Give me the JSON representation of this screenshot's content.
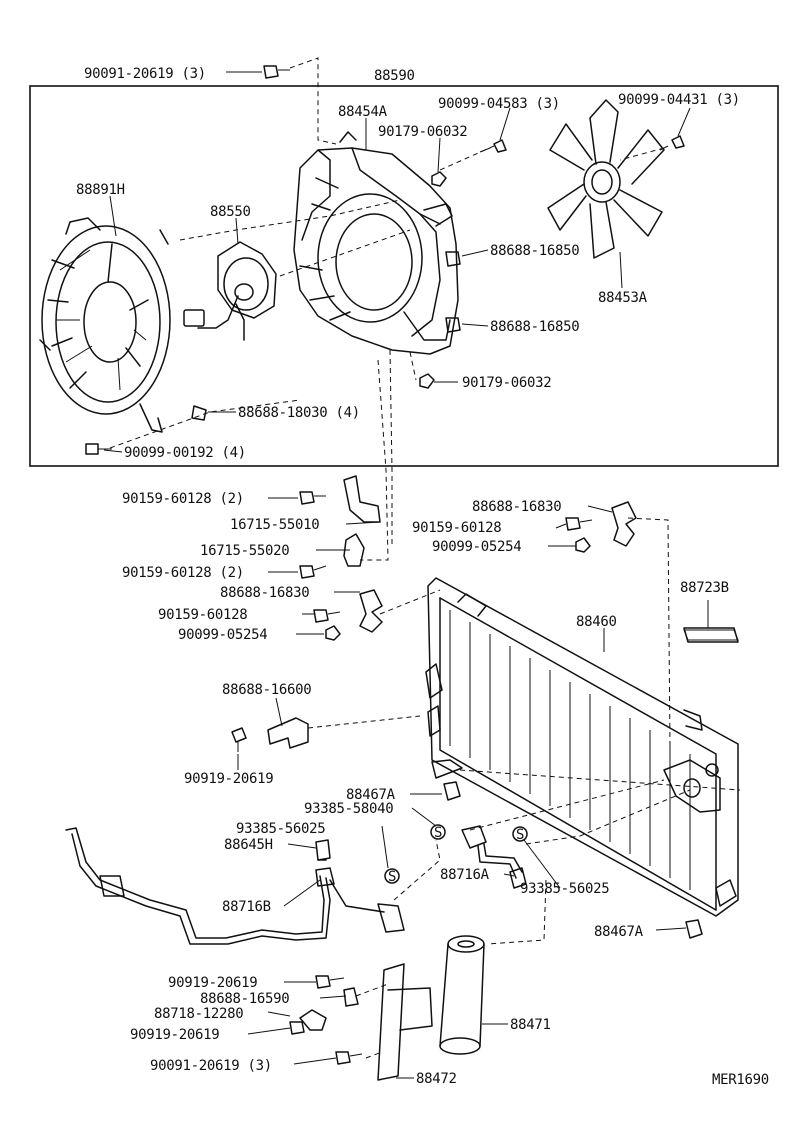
{
  "diagram_code": "MER1690",
  "group_labels": {
    "fan_assembly": "88590"
  },
  "parts": [
    {
      "id": "p01",
      "label": "90091-20619 (3)"
    },
    {
      "id": "p02",
      "label": "88454A"
    },
    {
      "id": "p03",
      "label": "90099-04583 (3)"
    },
    {
      "id": "p04",
      "label": "90099-04431 (3)"
    },
    {
      "id": "p05",
      "label": "90179-06032"
    },
    {
      "id": "p06",
      "label": "88891H"
    },
    {
      "id": "p07",
      "label": "88550"
    },
    {
      "id": "p08",
      "label": "88688-16850"
    },
    {
      "id": "p09",
      "label": "88453A"
    },
    {
      "id": "p10",
      "label": "88688-16850"
    },
    {
      "id": "p11",
      "label": "90179-06032"
    },
    {
      "id": "p12",
      "label": "88688-18030 (4)"
    },
    {
      "id": "p13",
      "label": "90099-00192 (4)"
    },
    {
      "id": "p14",
      "label": "90159-60128 (2)"
    },
    {
      "id": "p15",
      "label": "16715-55010"
    },
    {
      "id": "p16",
      "label": "16715-55020"
    },
    {
      "id": "p17",
      "label": "90159-60128 (2)"
    },
    {
      "id": "p18",
      "label": "88688-16830"
    },
    {
      "id": "p19",
      "label": "90159-60128"
    },
    {
      "id": "p20",
      "label": "90099-05254"
    },
    {
      "id": "p21",
      "label": "88688-16830"
    },
    {
      "id": "p22",
      "label": "90159-60128"
    },
    {
      "id": "p23",
      "label": "90099-05254"
    },
    {
      "id": "p24",
      "label": "88723B"
    },
    {
      "id": "p25",
      "label": "88460"
    },
    {
      "id": "p26",
      "label": "88688-16600"
    },
    {
      "id": "p27",
      "label": "90919-20619"
    },
    {
      "id": "p28",
      "label": "88467A"
    },
    {
      "id": "p29",
      "label": "93385-58040"
    },
    {
      "id": "p30",
      "label": "93385-56025"
    },
    {
      "id": "p31",
      "label": "88645H"
    },
    {
      "id": "p32",
      "label": "88716A"
    },
    {
      "id": "p33",
      "label": "93385-56025"
    },
    {
      "id": "p34",
      "label": "88716B"
    },
    {
      "id": "p35",
      "label": "88467A"
    },
    {
      "id": "p36",
      "label": "90919-20619"
    },
    {
      "id": "p37",
      "label": "88688-16590"
    },
    {
      "id": "p38",
      "label": "88718-12280"
    },
    {
      "id": "p39",
      "label": "88471"
    },
    {
      "id": "p40",
      "label": "90919-20619"
    },
    {
      "id": "p41",
      "label": "90091-20619 (3)"
    },
    {
      "id": "p42",
      "label": "88472"
    }
  ],
  "seal_glyph": "S"
}
